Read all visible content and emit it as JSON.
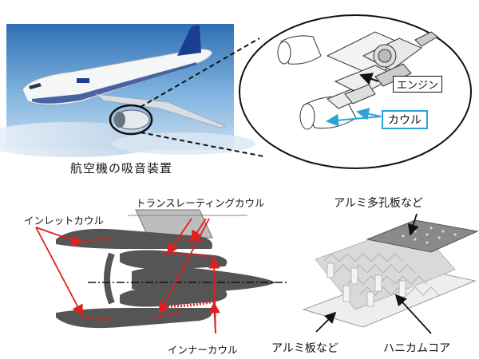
{
  "top": {
    "caption": "航空機の吸音装置",
    "engine_label": "エンジン",
    "cowl_label": "カウル"
  },
  "bottom": {
    "translating_cowl": "トランスレーティングカウル",
    "inlet_cowl": "インレットカウル",
    "inner_cowl": "インナーカウル",
    "perforated_plate": "アルミ多孔板など",
    "aluminum_plate": "アルミ板など",
    "honeycomb_core": "ハニカムコア"
  },
  "colors": {
    "arrow_red": "#e0201e",
    "callout_blue": "#2aa3d8",
    "engine_gray": "#555555"
  },
  "icons": [
    "airplane-photo",
    "engine-exploded-view",
    "engine-cross-section",
    "honeycomb-panel"
  ]
}
